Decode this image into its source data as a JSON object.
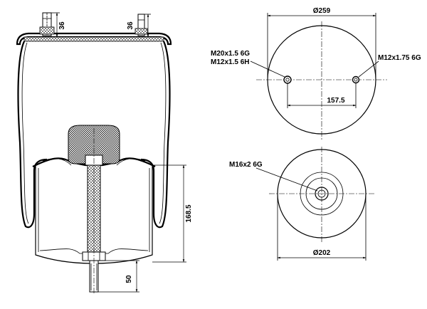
{
  "labels": {
    "plate_height_left": "36",
    "plate_height_right": "36",
    "piston_height": "168.5",
    "stud_length": "50",
    "top_diameter": "Ø259",
    "top_thread_left_1": "M20x1.5 6G",
    "top_thread_left_2": "M12x1.5 6H",
    "top_thread_right": "M12x1.75 6G",
    "stud_spacing": "157.5",
    "center_thread": "M16x2 6G",
    "bottom_diameter": "Ø202"
  }
}
